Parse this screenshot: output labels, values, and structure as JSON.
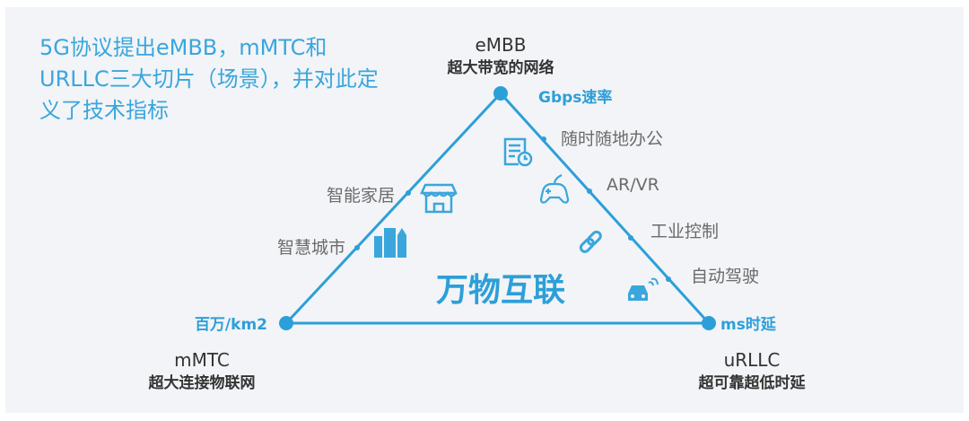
{
  "intro": "5G协议提出eMBB，mMTC和URLLC三大切片（场景），并对此定义了技术指标",
  "colors": {
    "accent": "#2d9fd8",
    "background": "#f2f4f7"
  },
  "center_label": "万物互联",
  "vertices": {
    "embb": {
      "name": "eMBB",
      "desc": "超大带宽的网络",
      "metric": "Gbps速率"
    },
    "mmtc": {
      "name": "mMTC",
      "desc": "超大连接物联网",
      "metric": "百万/km2"
    },
    "urllc": {
      "name": "uRLLC",
      "desc": "超可靠超低时延",
      "metric": "ms时延"
    }
  },
  "left_edge_items": [
    "智能家居",
    "智慧城市"
  ],
  "right_edge_items": [
    "随时随地办公",
    "AR/VR",
    "工业控制",
    "自动驾驶"
  ],
  "icons": [
    "store-icon",
    "city-buildings-icon",
    "document-clock-icon",
    "gamepad-icon",
    "link-icon",
    "connected-car-icon"
  ]
}
